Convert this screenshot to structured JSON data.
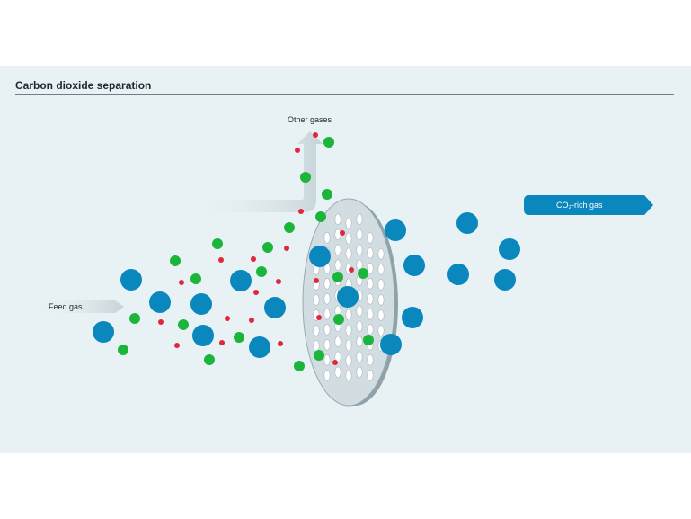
{
  "title": "Carbon dioxide separation",
  "labels": {
    "other_gases": "Other gases",
    "feed_gas": "Feed gas",
    "co2_rich_gas": "CO₂-rich gas"
  },
  "colors": {
    "background_panel": "#e8f1f3",
    "co2_molecule": "#0a87bd",
    "green_molecule": "#1cb53c",
    "red_molecule": "#e2263d",
    "membrane": "#c9d6dc",
    "arrow_gray": "#c7d4d9",
    "arrow_blue": "#0a87bd"
  }
}
